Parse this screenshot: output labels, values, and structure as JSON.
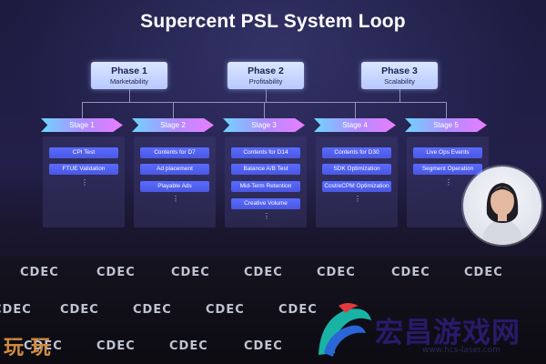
{
  "title": "Supercent PSL System Loop",
  "phases": [
    {
      "name": "Phase 1",
      "label": "Marketability"
    },
    {
      "name": "Phase 2",
      "label": "Profitability"
    },
    {
      "name": "Phase 3",
      "label": "Scalability"
    }
  ],
  "stages": [
    {
      "name": "Stage 1",
      "items": [
        "CPI Test",
        "FTUE Validation"
      ],
      "more": "⋮"
    },
    {
      "name": "Stage 2",
      "items": [
        "Contents for D7",
        "Ad placement",
        "Playable Ads"
      ],
      "more": "⋮"
    },
    {
      "name": "Stage 3",
      "items": [
        "Contents for D14",
        "Balance A/B Test",
        "Mid-Term Retention",
        "Creative Volume"
      ],
      "more": "⋮"
    },
    {
      "name": "Stage 4",
      "items": [
        "Contents for D30",
        "SDK Optimization",
        "Cost/eCPM Optimization"
      ],
      "more": "⋮"
    },
    {
      "name": "Stage 5",
      "items": [
        "Live Ops Events",
        "Segment Operation"
      ],
      "more": "⋮"
    }
  ],
  "stage_logo": "CDEC",
  "watermark": {
    "text": "宏昌游戏网",
    "url": "www.hcs-laser.com",
    "left_mark": "玩 玩"
  },
  "colors": {
    "phase_box": "#c9d8ff",
    "pill": "#5160f0",
    "stage_gradient_start": "#6fd3ff",
    "stage_gradient_end": "#ea7dff",
    "background": "#1c1b3a"
  },
  "icons": {
    "presenter": "presenter-avatar",
    "watermark_logo": "dragon-leaf-logo"
  }
}
